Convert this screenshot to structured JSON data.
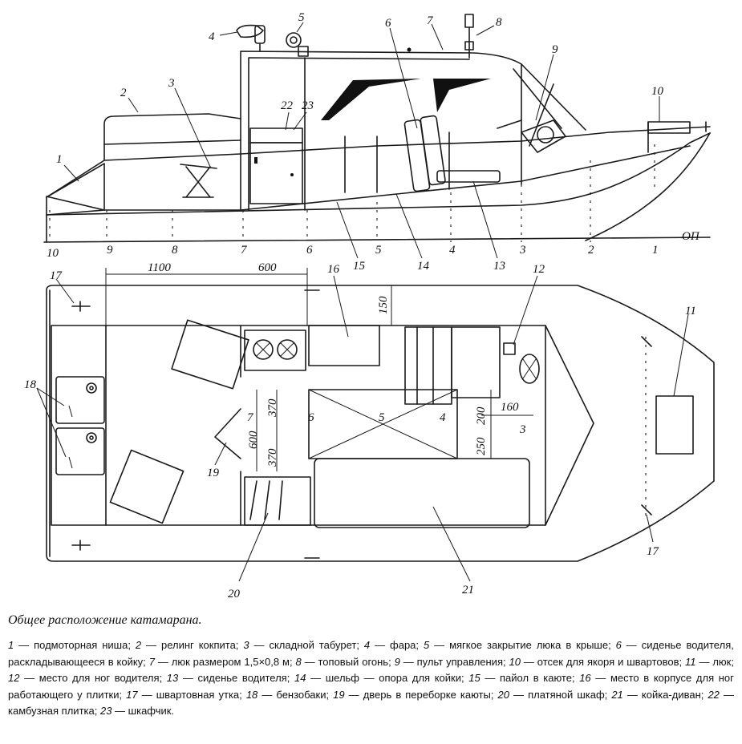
{
  "figure": {
    "title": "Общее расположение катамарана.",
    "side_view": {
      "callouts": [
        "1",
        "2",
        "3",
        "4",
        "5",
        "6",
        "7",
        "8",
        "9",
        "10",
        "22",
        "23",
        "13",
        "14",
        "15"
      ],
      "frame_numbers": [
        "10",
        "9",
        "8",
        "7",
        "6",
        "5",
        "4",
        "3",
        "2",
        "1"
      ],
      "baseline_label": "ОП"
    },
    "plan_view": {
      "callouts": [
        "16",
        "12",
        "11",
        "17",
        "17",
        "18",
        "19",
        "20",
        "21"
      ],
      "dimensions": [
        "1100",
        "600",
        "150",
        "370",
        "370",
        "600",
        "200",
        "250",
        "160"
      ],
      "section_numbers": [
        "7",
        "6",
        "5",
        "4",
        "3"
      ]
    }
  },
  "legend": [
    {
      "num": "1",
      "text": "подмоторная ниша;"
    },
    {
      "num": "2",
      "text": "релинг кокпита;"
    },
    {
      "num": "3",
      "text": "складной табурет;"
    },
    {
      "num": "4",
      "text": "фара;"
    },
    {
      "num": "5",
      "text": "мягкое закрытие люка в крыше;"
    },
    {
      "num": "6",
      "text": "сиденье водителя, раскладывающееся в койку;"
    },
    {
      "num": "7",
      "text": "люк размером 1,5×0,8 м;"
    },
    {
      "num": "8",
      "text": "топовый огонь;"
    },
    {
      "num": "9",
      "text": "пульт управления;"
    },
    {
      "num": "10",
      "text": "отсек для якоря и швартовов;"
    },
    {
      "num": "11",
      "text": "люк;"
    },
    {
      "num": "12",
      "text": "место для ног водителя;"
    },
    {
      "num": "13",
      "text": "сиденье водителя;"
    },
    {
      "num": "14",
      "text": "шельф — опора для койки;"
    },
    {
      "num": "15",
      "text": "пайол в каюте;"
    },
    {
      "num": "16",
      "text": "место в корпусе для ног работающего у плитки;"
    },
    {
      "num": "17",
      "text": "швартовная утка;"
    },
    {
      "num": "18",
      "text": "бензобаки;"
    },
    {
      "num": "19",
      "text": "дверь в переборке каюты;"
    },
    {
      "num": "20",
      "text": "платяной шкаф;"
    },
    {
      "num": "21",
      "text": "койка-диван;"
    },
    {
      "num": "22",
      "text": "камбузная плитка;"
    },
    {
      "num": "23",
      "text": "шкафчик."
    }
  ]
}
